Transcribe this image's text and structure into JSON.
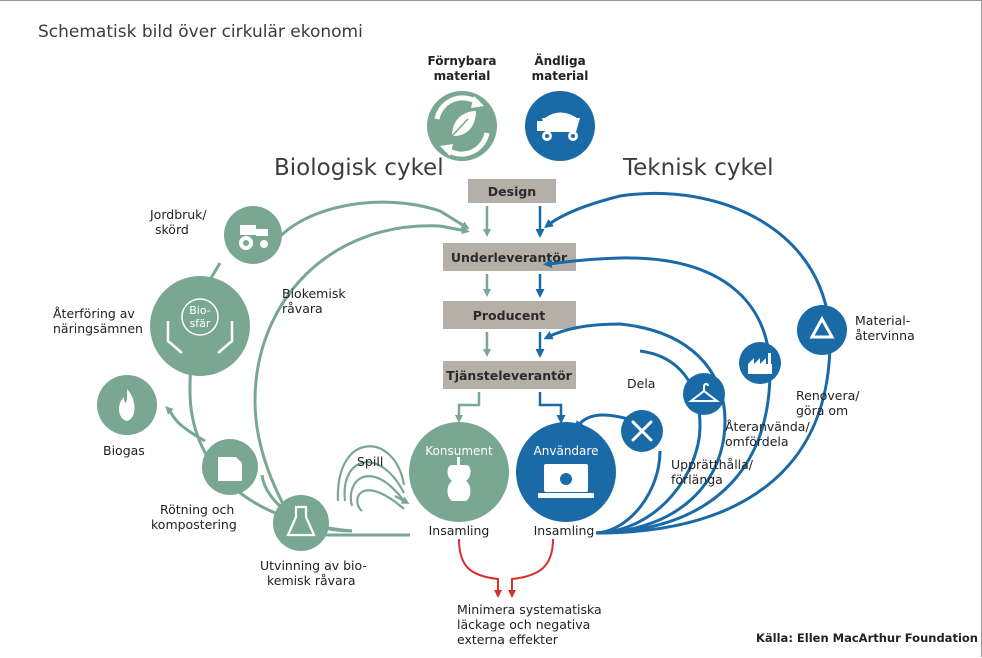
{
  "title": "Schematisk bild över cirkulär ekonomi",
  "source": "Källa: Ellen MacArthur Foundation",
  "colors": {
    "biological": "#7aa792",
    "biological_dark": "#5f9077",
    "technical": "#1a6aa8",
    "leakage": "#d8302c",
    "box": "#b4b0a8"
  },
  "cycles": {
    "biological": "Biologisk cykel",
    "technical": "Teknisk cykel"
  },
  "inputs": {
    "renewable_line1": "Förnybara",
    "renewable_line2": "material",
    "finite_line1": "Ändliga",
    "finite_line2": "material"
  },
  "chain": {
    "design": "Design",
    "supplier": "Underleverantör",
    "producer": "Producent",
    "service": "Tjänsteleverantör"
  },
  "consumer": {
    "label": "Konsument",
    "collection": "Insamling"
  },
  "user": {
    "label": "Användare",
    "collection": "Insamling"
  },
  "biological_nodes": {
    "farming_line1": "Jordbruk/",
    "farming_line2": "skörd",
    "biosphere_line1": "Bio-",
    "biosphere_line2": "sfär",
    "return_line1": "Återföring av",
    "return_line2": "näringsämnen",
    "biogas": "Biogas",
    "digestion_line1": "Rötning och",
    "digestion_line2": "kompostering",
    "extraction_line1": "Utvinning av bio-",
    "extraction_line2": "kemisk råvara",
    "biochem_line1": "Biokemisk",
    "biochem_line2": "råvara",
    "spill": "Spill"
  },
  "technical_nodes": {
    "share": "Dela",
    "maintain_line1": "Upprätthålla/",
    "maintain_line2": "förlänga",
    "reuse_line1": "Återanvända/",
    "reuse_line2": "omfördela",
    "refurbish_line1": "Renovera/",
    "refurbish_line2": "göra om",
    "recycle_line1": "Material-",
    "recycle_line2": "återvinna"
  },
  "leakage": {
    "line1": "Minimera systematiska",
    "line2": "läckage och negativa",
    "line3": "externa effekter"
  }
}
